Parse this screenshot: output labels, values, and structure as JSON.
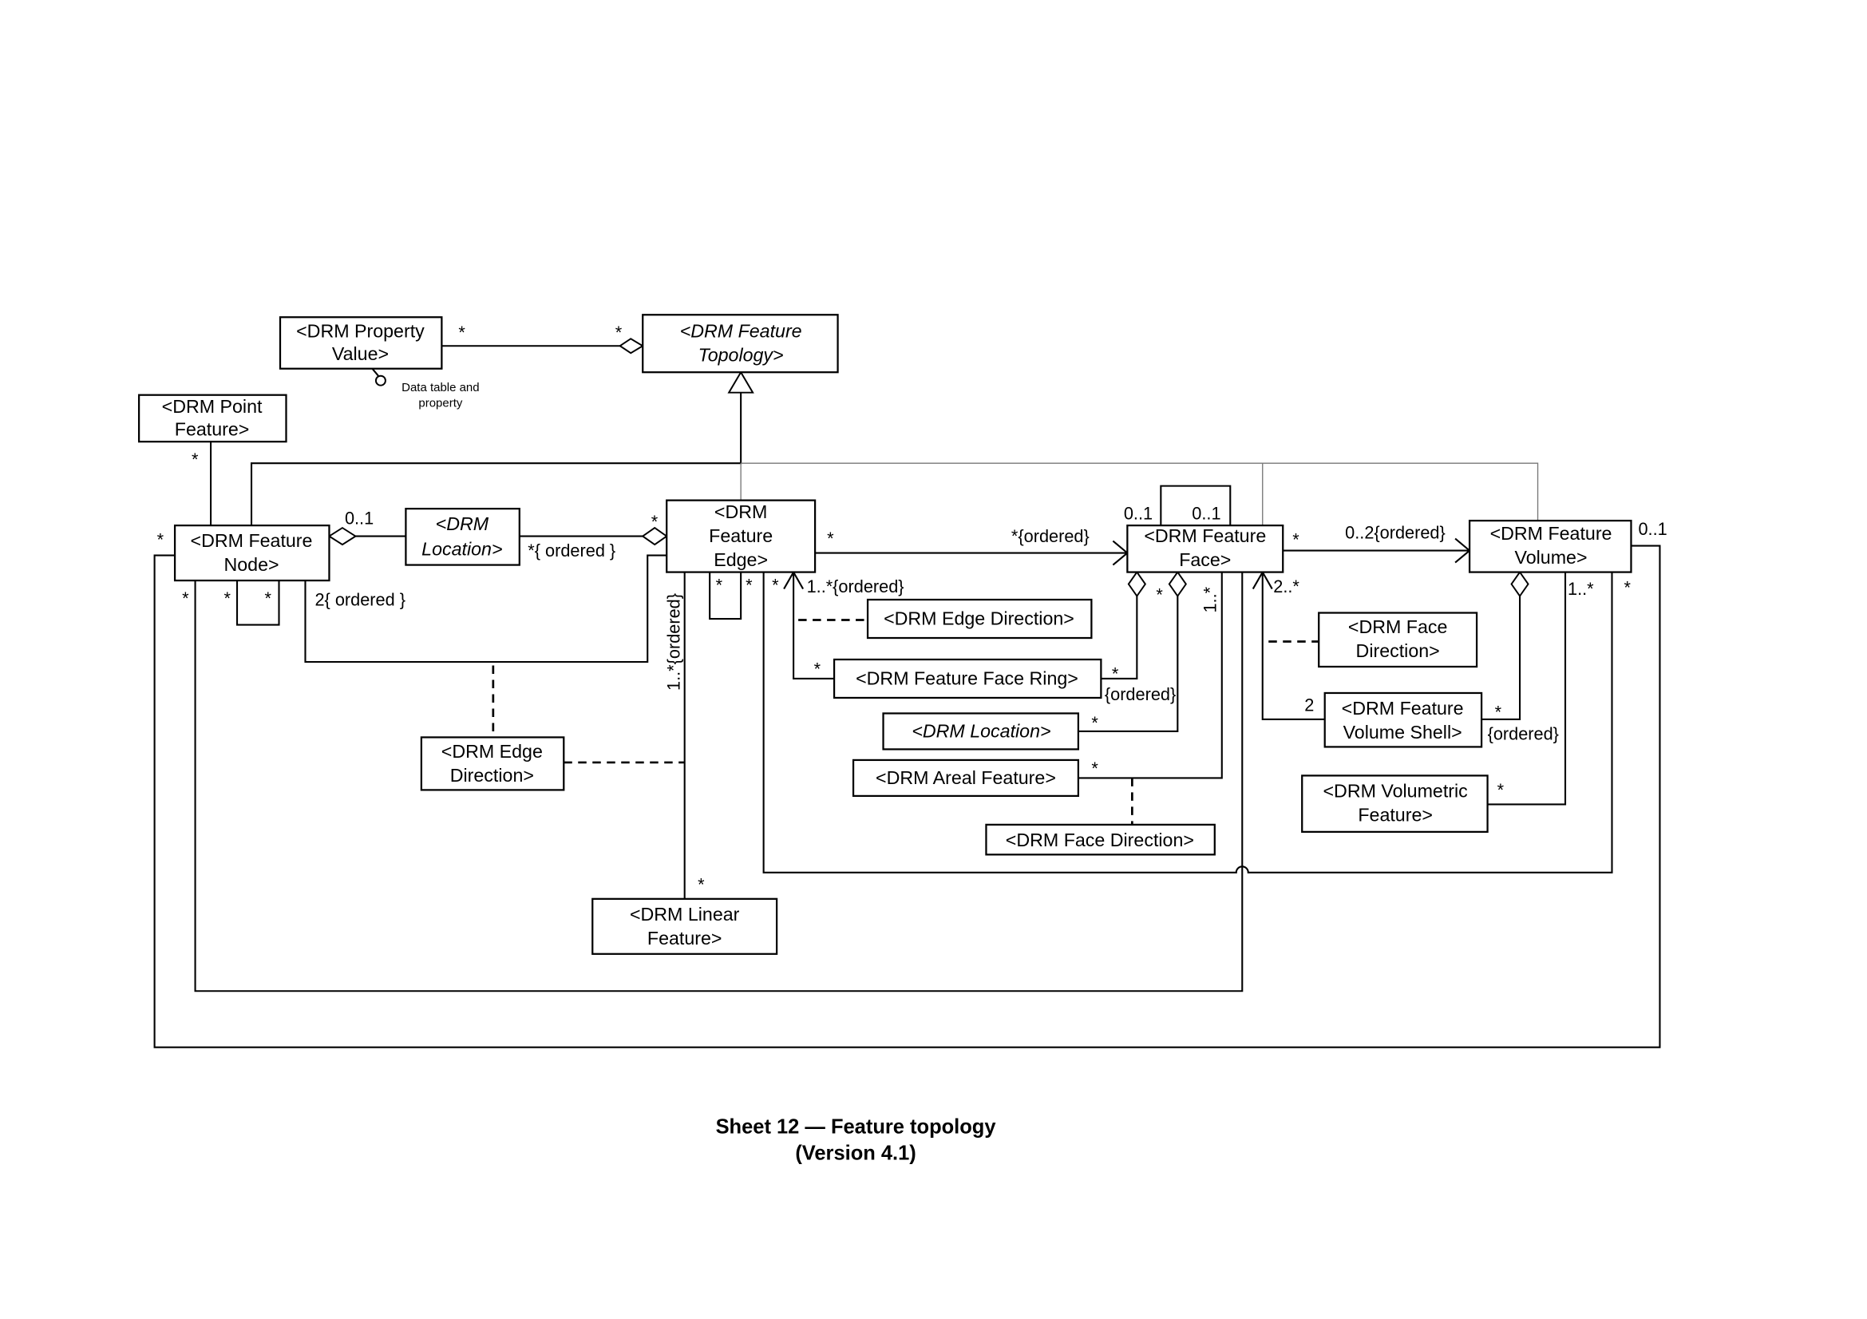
{
  "classes": {
    "property_value": [
      "<DRM Property",
      "Value>"
    ],
    "feature_topology": [
      "<DRM Feature",
      "Topology>"
    ],
    "point_feature": [
      "<DRM Point",
      "Feature>"
    ],
    "feature_node": [
      "<DRM Feature",
      "Node>"
    ],
    "location_left": [
      "<DRM",
      "Location>"
    ],
    "feature_edge": [
      "<DRM",
      "Feature",
      "Edge>"
    ],
    "feature_face": [
      "<DRM Feature",
      "Face>"
    ],
    "feature_volume": [
      "<DRM Feature",
      "Volume>"
    ],
    "edge_direction_right": "<DRM Edge Direction>",
    "feature_face_ring": "<DRM Feature Face Ring>",
    "location_face": "<DRM Location>",
    "areal_feature": "<DRM Areal Feature>",
    "face_direction_bottom": "<DRM Face Direction>",
    "face_direction_right": [
      "<DRM Face",
      "Direction>"
    ],
    "volume_shell": [
      "<DRM Feature",
      "Volume Shell>"
    ],
    "volumetric_feature": [
      "<DRM Volumetric",
      "Feature>"
    ],
    "edge_direction_left": [
      "<DRM Edge",
      "Direction>"
    ],
    "linear_feature": [
      "<DRM Linear",
      "Feature>"
    ]
  },
  "note": [
    "Data table and",
    "property"
  ],
  "labels": [
    "*",
    "*",
    "*",
    "*",
    "0..1",
    "*{ ordered }",
    "*",
    "*",
    "*",
    "*",
    "2{ ordered }",
    "*",
    "*",
    "*",
    "1..*{ordered}",
    "*",
    "*{ordered}",
    "1..*{ordered}",
    "*",
    "*",
    "*",
    "{ordered}",
    "*",
    "*",
    "1..*",
    "*",
    "0..1",
    "0..1",
    "*",
    "0..2{ordered}",
    "2..*",
    "0..1",
    "1..*",
    "*",
    "2",
    "*",
    "{ordered}",
    "*"
  ],
  "caption": {
    "title": "Sheet 12 — Feature topology",
    "version": "(Version 4.1)"
  }
}
